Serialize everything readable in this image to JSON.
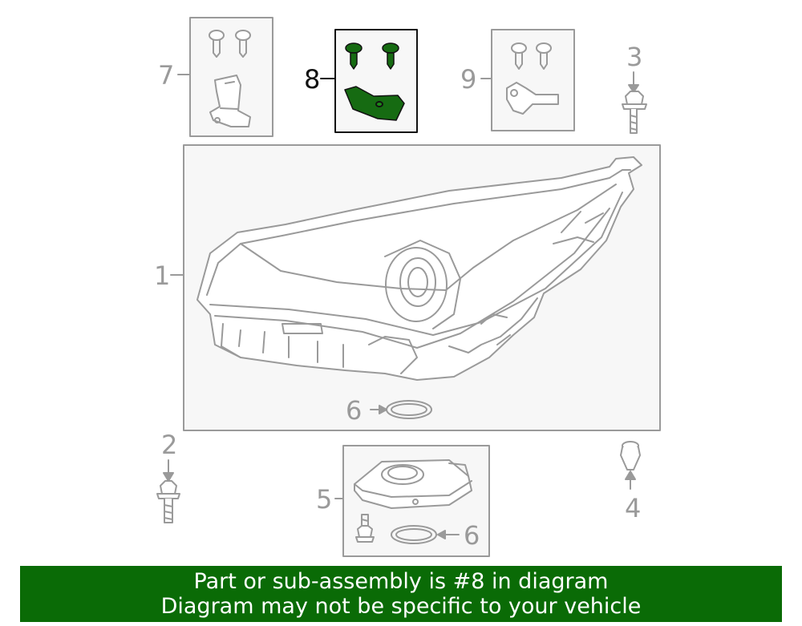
{
  "callouts": {
    "c1": "1",
    "c2": "2",
    "c3": "3",
    "c4": "4",
    "c5": "5",
    "c6a": "6",
    "c6b": "6",
    "c7": "7",
    "c8": "8",
    "c9": "9"
  },
  "banner": {
    "line1": "Part or sub-assembly is #8 in diagram",
    "line2": "Diagram may not be specific to your vehicle"
  },
  "colors": {
    "highlight_part": "#166b12",
    "banner_background": "#0a6b06",
    "line_art": "#9a9a9a"
  }
}
